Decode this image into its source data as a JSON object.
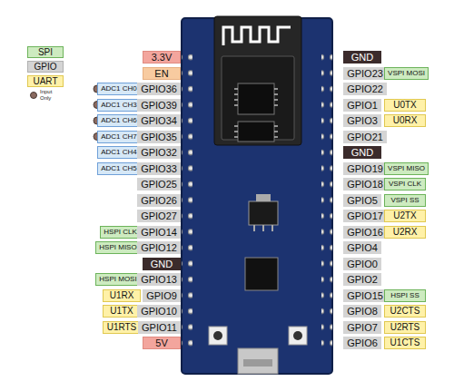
{
  "diagram": {
    "labels": [
      "3.3V",
      "GND",
      "EN",
      "GPIO23",
      "VSPI MOSI",
      "ADC1 CH0",
      "GPIO36",
      "GPIO22",
      "ADC1 CH3",
      "GPIO39",
      "GPIO1",
      "U0TX",
      "ADC1 CH6",
      "GPIO34",
      "GPIO3",
      "U0RX",
      "ADC1 CH7",
      "GPIO35",
      "GPIO21",
      "ADC1 CH4",
      "GPIO32",
      "GND",
      "ADC1 CH5",
      "GPIO33",
      "GPIO19",
      "VSPI MISO",
      "GPIO25",
      "GPIO18",
      "VSPI CLK",
      "GPIO26",
      "GPIO5",
      "VSPI SS",
      "GPIO27",
      "GPIO17",
      "U2TX",
      "HSPI CLK",
      "GPIO14",
      "GPIO16",
      "U2RX",
      "HSPI MISO",
      "GPIO12",
      "GPIO4",
      "GND",
      "GPIO0",
      "HSPI MOSI",
      "GPIO13",
      "GPIO2",
      "U1RX",
      "GPIO9",
      "GPIO15",
      "HSPI SS",
      "U1TX",
      "GPIO10",
      "GPIO8",
      "U2CTS",
      "U1RTS",
      "GPIO11",
      "GPIO7",
      "U2RTS",
      "5V",
      "GPIO6",
      "U1CTS"
    ],
    "legend": [
      {
        "text": "SPI",
        "color": "#cdebc0"
      },
      {
        "text": "GPIO",
        "color": "#d4d4d4"
      },
      {
        "text": "UART",
        "color": "#fff1a8"
      },
      {
        "text": "Input Only",
        "color": "#8a6a60"
      }
    ]
  }
}
